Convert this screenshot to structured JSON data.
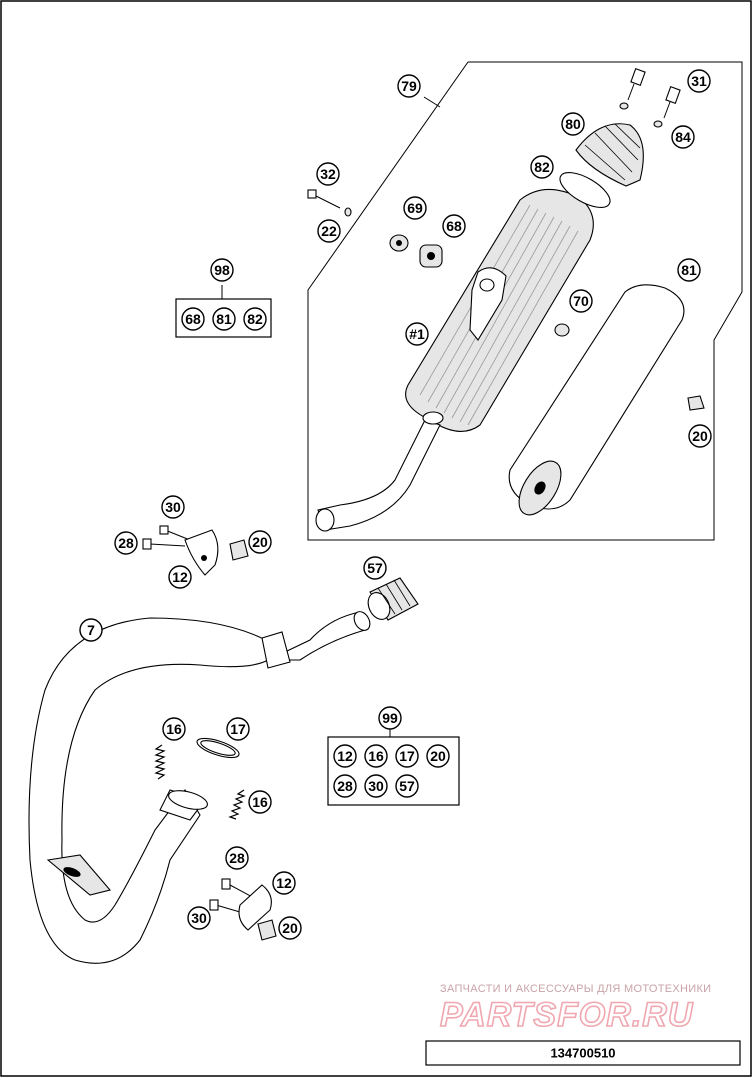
{
  "labels": {
    "silencer_set": "79",
    "screw_end_cap": "31",
    "end_cap": "80",
    "washer_end_cap": "84",
    "o_ring": "82",
    "screw_top": "32",
    "washer_top": "22",
    "washer_bracket": "69",
    "rubber_bush": "68",
    "silencer_body": "#1",
    "packing": "81",
    "washer_side": "70",
    "spring_clip_right": "20",
    "kit_98": "98",
    "kit_98_items": [
      "68",
      "81",
      "82"
    ],
    "bracket_screw_top": "30",
    "bracket_screw_left": "28",
    "bracket_upper": "12",
    "clip_upper": "20",
    "seal_sleeve": "57",
    "manifold": "7",
    "spring_left": "16",
    "o_ring_manifold": "17",
    "spring_right": "16",
    "kit_99": "99",
    "kit_99_row1": [
      "12",
      "16",
      "17",
      "20"
    ],
    "kit_99_row2": [
      "28",
      "30",
      "57"
    ],
    "bracket_lower_screw": "28",
    "bracket_lower": "12",
    "bracket_lower_screw2": "30",
    "clip_lower": "20"
  },
  "watermark": {
    "line1": "ЗАПЧАСТИ И АКСЕССУАРЫ ДЛЯ МОТОТЕХНИКИ",
    "line2": "PARTSFOR.RU"
  },
  "diagram_code": "134700510",
  "colors": {
    "watermark_text": "#c9a3a8",
    "watermark_logo": "#f0a7b0",
    "line": "#000000"
  }
}
